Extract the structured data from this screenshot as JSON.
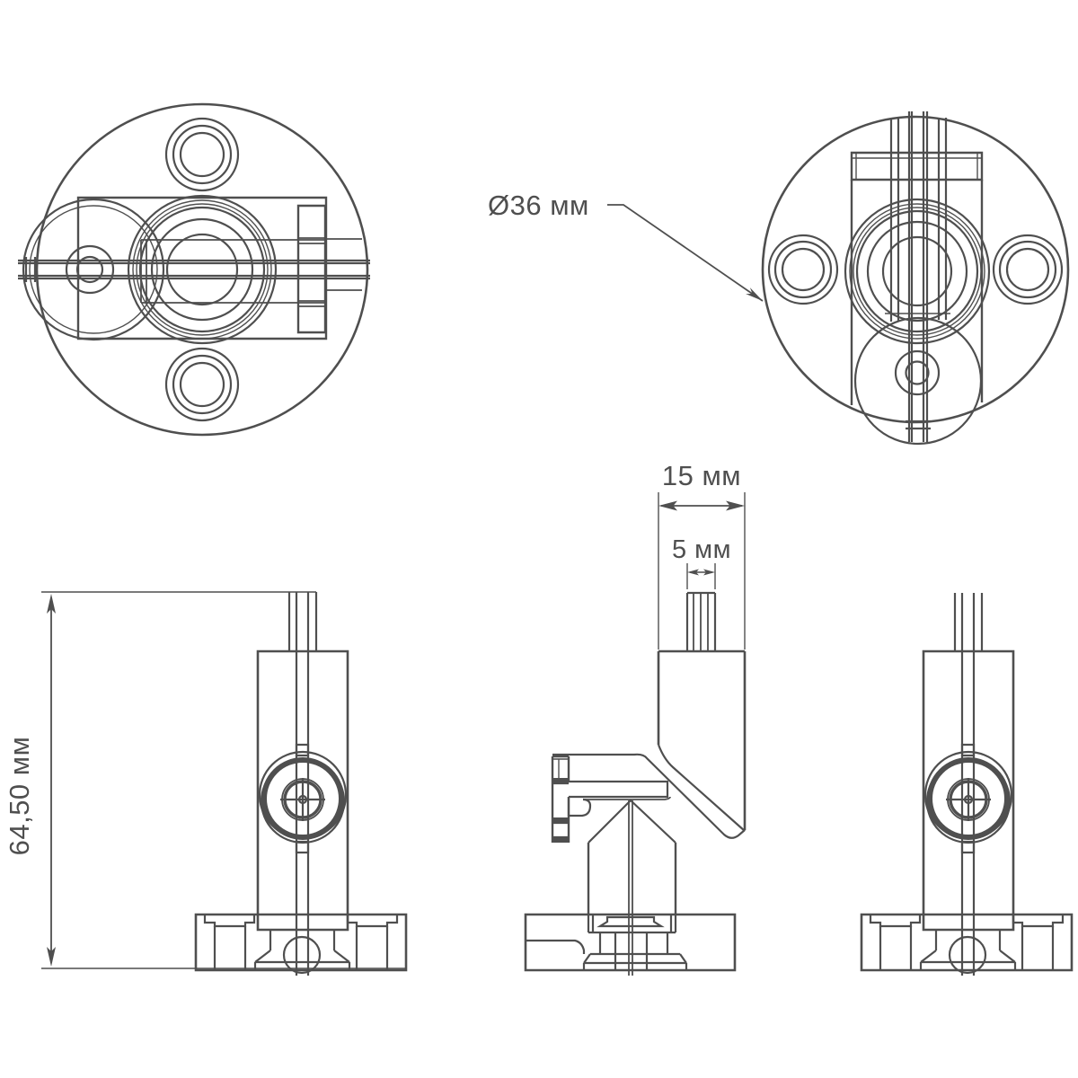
{
  "colors": {
    "line": "#4f4f4f",
    "background": "#ffffff"
  },
  "drawing": {
    "kind": "technical-drawing-multiview",
    "dimensions": {
      "diameter": {
        "label": "Ø36 мм",
        "value_text": "36",
        "unit": "мм"
      },
      "column_width": {
        "label": "15 мм",
        "value_text": "15",
        "unit": "мм"
      },
      "tube_width": {
        "label": "5 мм",
        "value_text": "5",
        "unit": "мм"
      },
      "height": {
        "label": "64,50 мм",
        "value_text": "64,50",
        "unit": "мм"
      }
    }
  }
}
